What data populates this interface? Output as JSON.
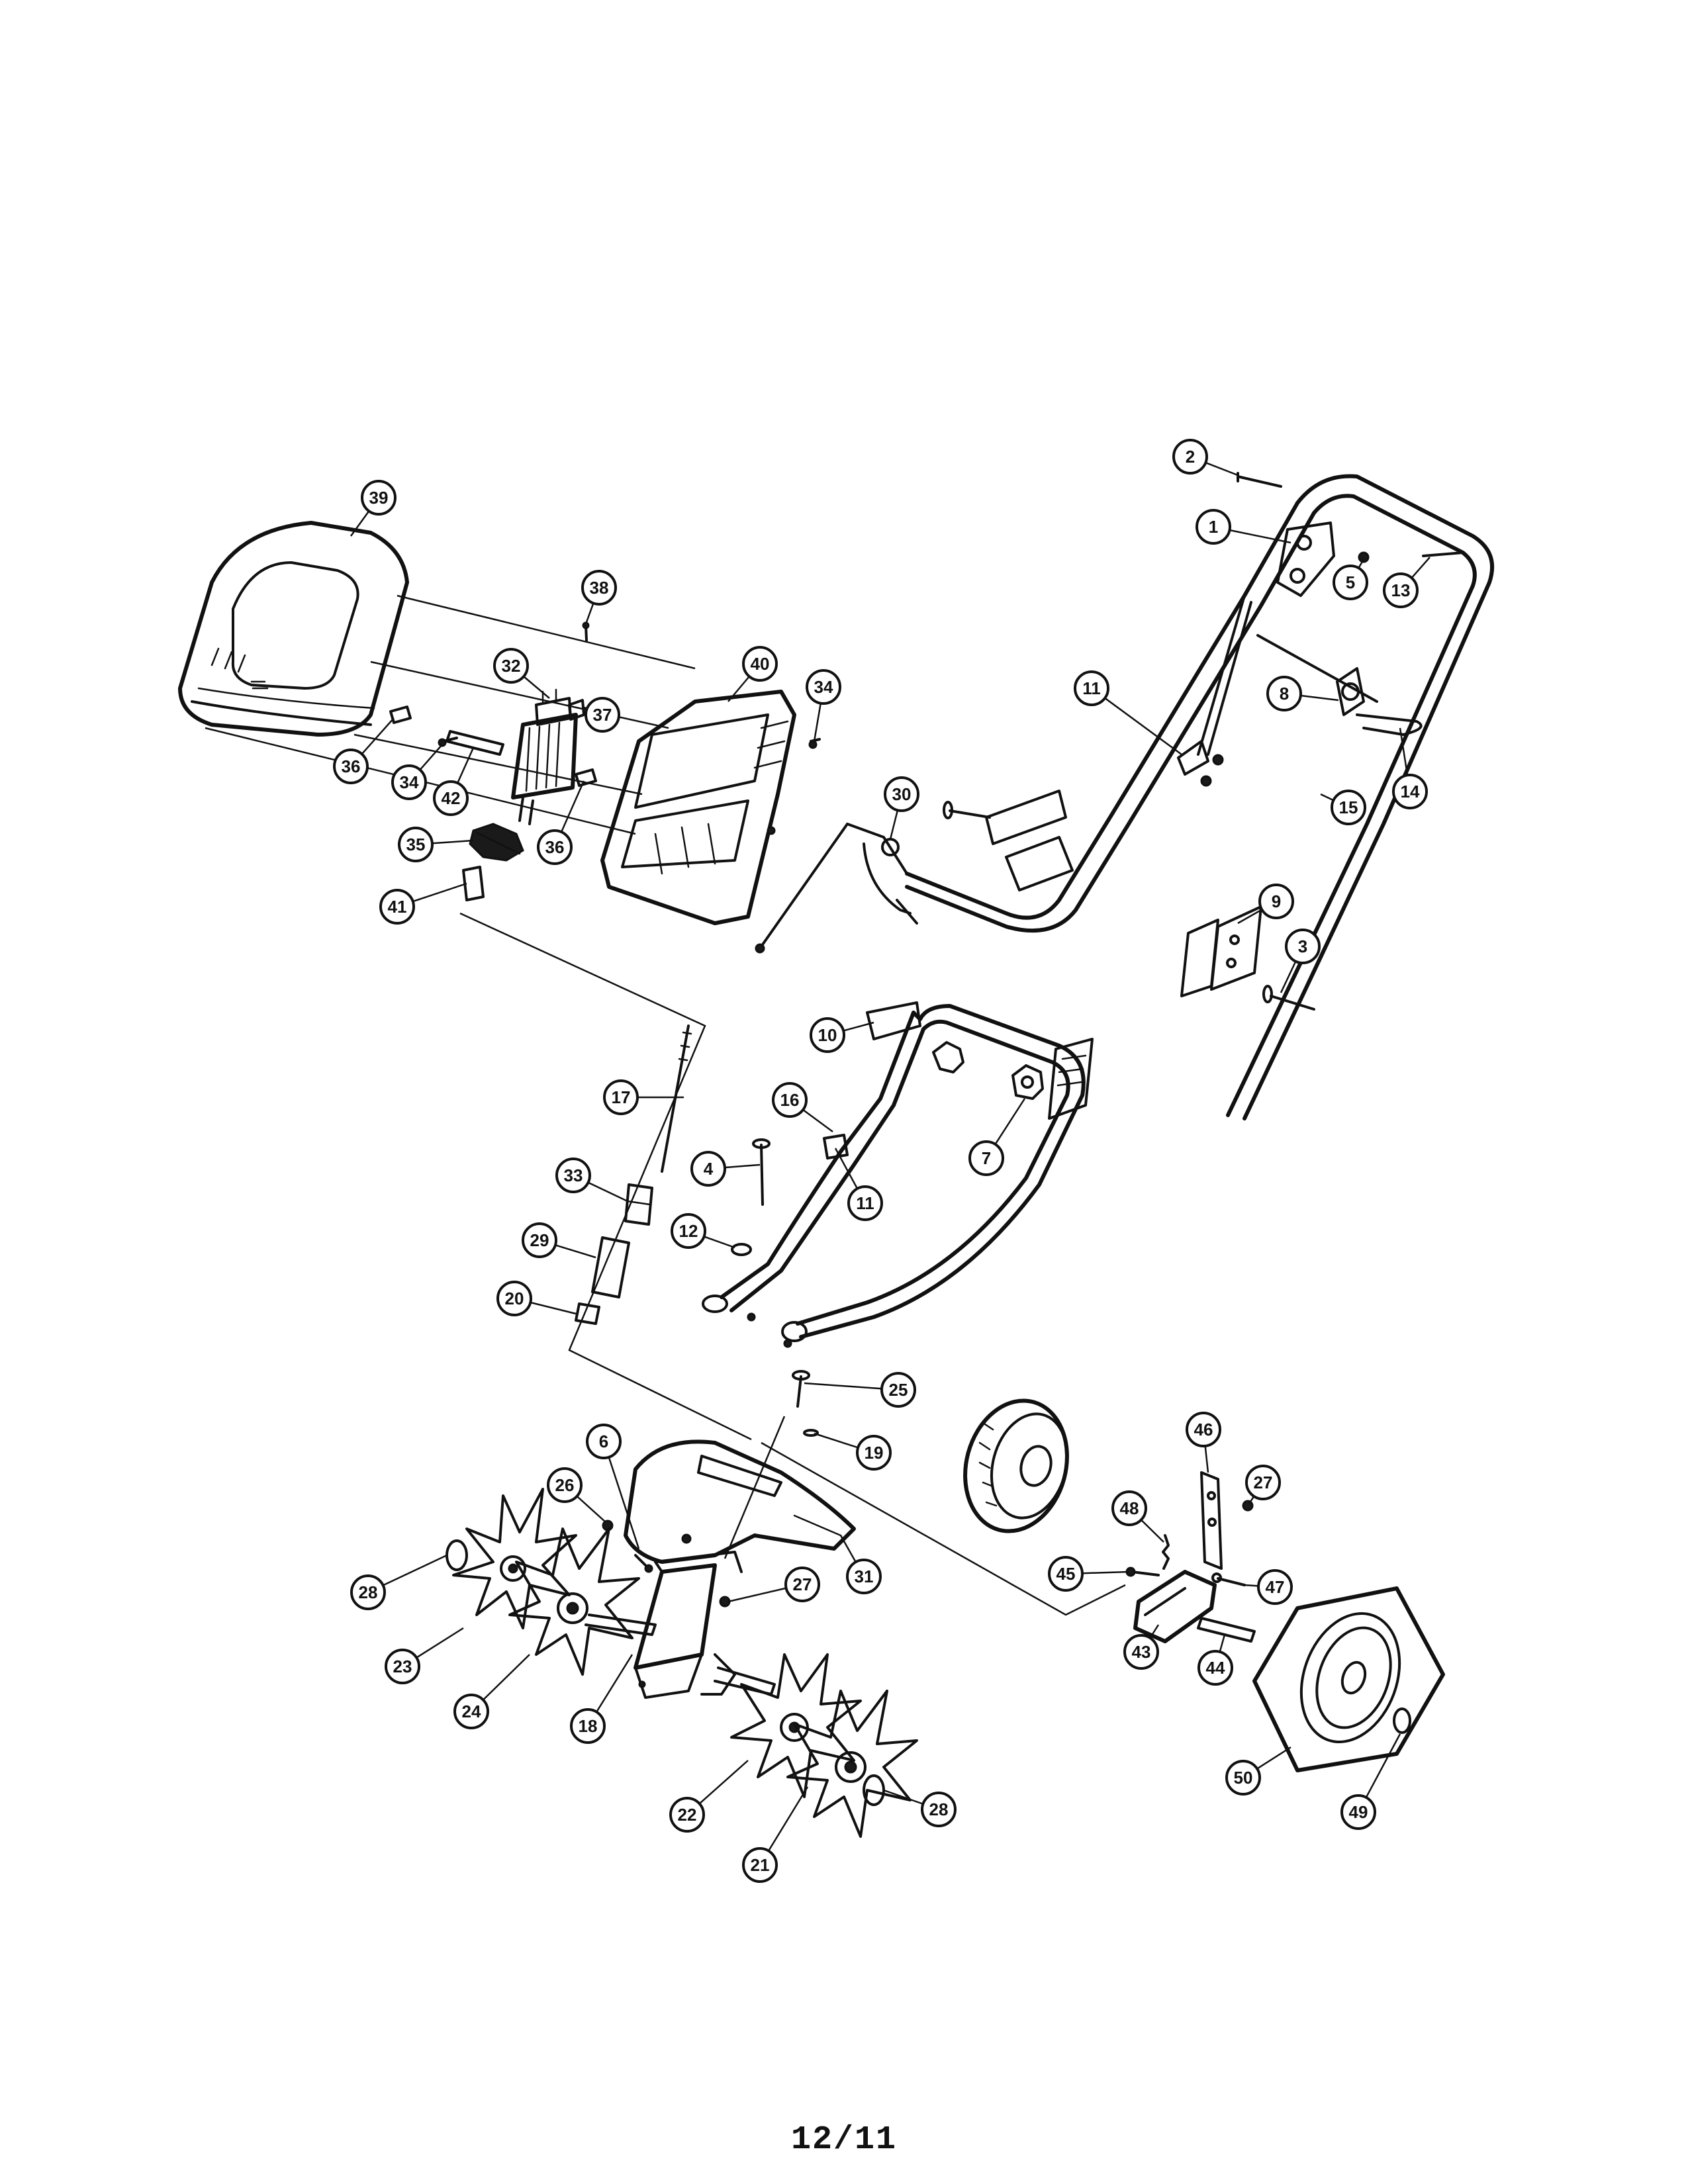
{
  "page_number": "12/11",
  "callouts": [
    {
      "label": "1",
      "part": "upper-handle-frame"
    },
    {
      "label": "2",
      "part": "bolt"
    },
    {
      "label": "3",
      "part": "bolt"
    },
    {
      "label": "4",
      "part": "bolt"
    },
    {
      "label": "5",
      "part": "nut"
    },
    {
      "label": "6",
      "part": "screw"
    },
    {
      "label": "7",
      "part": "knob"
    },
    {
      "label": "8",
      "part": "cord-hook"
    },
    {
      "label": "9",
      "part": "bracket"
    },
    {
      "label": "10",
      "part": "bracket"
    },
    {
      "label": "11",
      "part": "bracket"
    },
    {
      "label": "11",
      "part": "bracket"
    },
    {
      "label": "12",
      "part": "washer"
    },
    {
      "label": "13",
      "part": "handle-grip"
    },
    {
      "label": "14",
      "part": "cord-retainer"
    },
    {
      "label": "15",
      "part": "handle-tube"
    },
    {
      "label": "16",
      "part": "lower-handle"
    },
    {
      "label": "17",
      "part": "shaft"
    },
    {
      "label": "18",
      "part": "transmission"
    },
    {
      "label": "19",
      "part": "washer"
    },
    {
      "label": "20",
      "part": "coupler"
    },
    {
      "label": "21",
      "part": "tine"
    },
    {
      "label": "22",
      "part": "tine"
    },
    {
      "label": "23",
      "part": "tine"
    },
    {
      "label": "24",
      "part": "tine"
    },
    {
      "label": "25",
      "part": "bolt"
    },
    {
      "label": "26",
      "part": "nut"
    },
    {
      "label": "27",
      "part": "nut"
    },
    {
      "label": "27",
      "part": "nut"
    },
    {
      "label": "28",
      "part": "clip"
    },
    {
      "label": "28",
      "part": "clip"
    },
    {
      "label": "29",
      "part": "tube"
    },
    {
      "label": "30",
      "part": "cord"
    },
    {
      "label": "31",
      "part": "shield"
    },
    {
      "label": "32",
      "part": "motor"
    },
    {
      "label": "33",
      "part": "bushing"
    },
    {
      "label": "34",
      "part": "screw"
    },
    {
      "label": "34",
      "part": "screw"
    },
    {
      "label": "35",
      "part": "gear"
    },
    {
      "label": "36",
      "part": "clip"
    },
    {
      "label": "36",
      "part": "clip"
    },
    {
      "label": "37",
      "part": "brush"
    },
    {
      "label": "38",
      "part": "screw"
    },
    {
      "label": "39",
      "part": "motor-cover"
    },
    {
      "label": "40",
      "part": "housing"
    },
    {
      "label": "41",
      "part": "coupler"
    },
    {
      "label": "42",
      "part": "bearing"
    },
    {
      "label": "43",
      "part": "wheel-bracket"
    },
    {
      "label": "44",
      "part": "axle"
    },
    {
      "label": "45",
      "part": "bolt"
    },
    {
      "label": "46",
      "part": "bracket"
    },
    {
      "label": "47",
      "part": "bolt"
    },
    {
      "label": "48",
      "part": "spring"
    },
    {
      "label": "49",
      "part": "nut"
    },
    {
      "label": "50",
      "part": "wheel"
    }
  ]
}
